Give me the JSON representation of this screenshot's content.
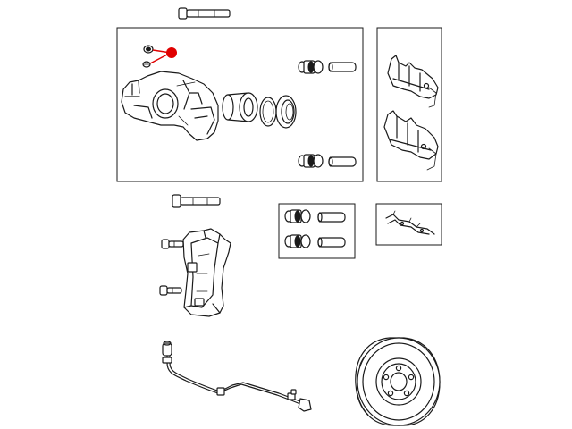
{
  "diagram": {
    "highlight_color": "#e00000",
    "line_color": "#1a1a1a",
    "background": "#ffffff",
    "parts": [
      "caliper-pin-bolt-top",
      "caliper-assembly-box",
      "bleeder-screw-highlighted",
      "caliper-housing",
      "caliper-piston",
      "piston-seal-and-boot",
      "guide-pin-boots-upper",
      "guide-pin-boots-lower",
      "brake-pads-box",
      "caliper-mounting-bolt",
      "guide-pins-box",
      "pad-clip-box",
      "caliper-adapter-bracket",
      "adapter-bolts",
      "wheel-speed-sensor-wire",
      "brake-rotor"
    ]
  }
}
